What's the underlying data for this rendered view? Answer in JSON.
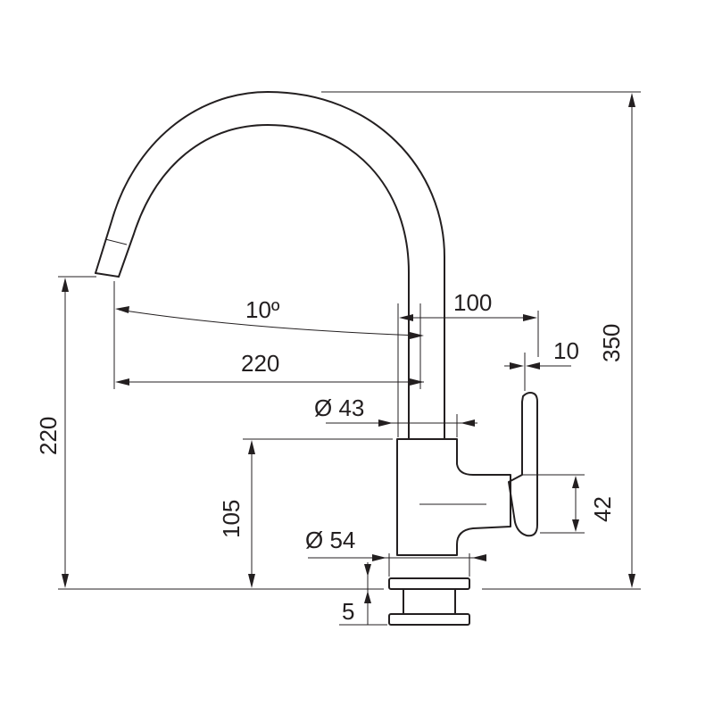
{
  "dimensions": {
    "angle": "10º",
    "spout_reach": "220",
    "handle_offset": "100",
    "handle_width": "10",
    "total_height": "350",
    "outlet_height": "220",
    "body_diameter": "Ø 43",
    "body_height": "105",
    "lever_height": "42",
    "base_diameter": "Ø 54",
    "base_thickness": "5"
  },
  "colors": {
    "line": "#231f20",
    "background": "#ffffff"
  }
}
